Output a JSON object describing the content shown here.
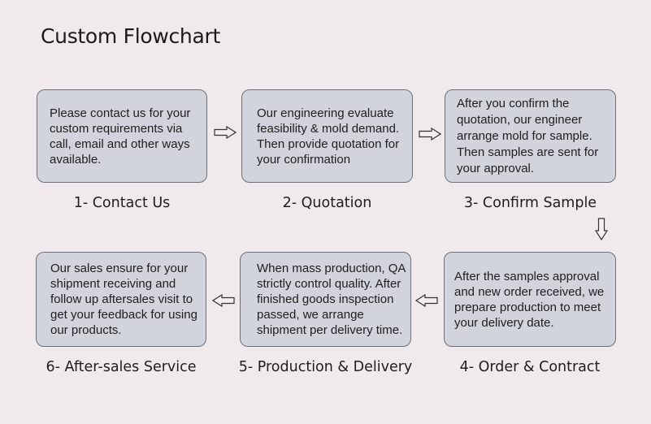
{
  "title": "Custom Flowchart",
  "steps": [
    {
      "label": "1- Contact Us",
      "text": "Please contact us for your custom requirements via call, email and other ways available."
    },
    {
      "label": "2- Quotation",
      "text": "Our engineering evaluate feasibility & mold demand. Then provide quotation for your confirmation"
    },
    {
      "label": "3- Confirm Sample",
      "text": "After you confirm the quotation, our engineer arrange mold for sample. Then samples are sent for your approval."
    },
    {
      "label": "4- Order & Contract",
      "text": "After the samples approval and new order received, we prepare production to meet your delivery date."
    },
    {
      "label": "5- Production & Delivery",
      "text": "When mass production, QA strictly control quality. After finished goods inspection passed, we arrange shipment per delivery time."
    },
    {
      "label": "6- After-sales Service",
      "text": "Our sales ensure for your shipment receiving and follow up aftersales visit to get your feedback for using our products."
    }
  ],
  "arrows": [
    {
      "direction": "right",
      "icon": "hollow-arrow-right-icon"
    },
    {
      "direction": "right",
      "icon": "hollow-arrow-right-icon"
    },
    {
      "direction": "down",
      "icon": "hollow-arrow-down-icon"
    },
    {
      "direction": "left",
      "icon": "hollow-arrow-left-icon"
    },
    {
      "direction": "left",
      "icon": "hollow-arrow-left-icon"
    }
  ],
  "colors": {
    "background": "#f0eaed",
    "box_fill": "#d2d4dd",
    "box_border": "#6f7077",
    "text": "#1e1e1e"
  }
}
